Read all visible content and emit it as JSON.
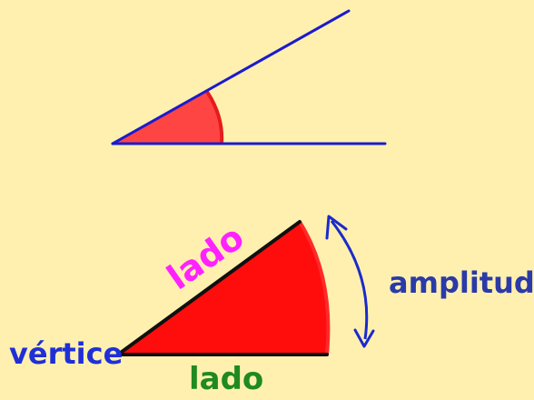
{
  "diagram": {
    "labels": {
      "side_top": "lado",
      "side_bottom": "lado",
      "vertex": "vértice",
      "amplitude": "amplitud"
    },
    "colors": {
      "background": "#FFF0B0",
      "ray": "#1B1BCC",
      "angle_fill": "#FF2020",
      "angle_fill_light": "#FF4A4A",
      "side_top_label": "#FF22FF",
      "side_bottom_label": "#1F8A1F",
      "vertex_label": "#1F2FD8",
      "amplitude_label": "#2A3AA8",
      "arrow": "#1B2ACC"
    }
  }
}
